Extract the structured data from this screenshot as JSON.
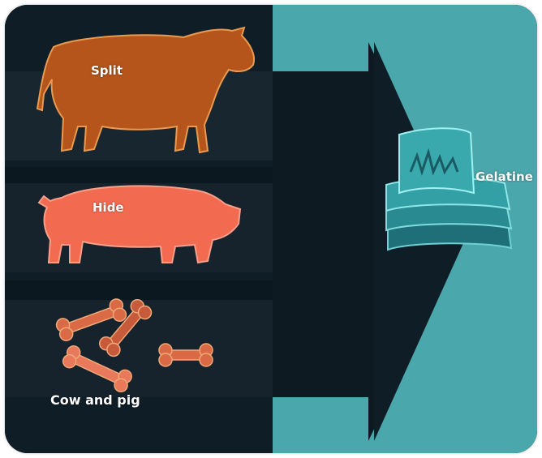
{
  "sources": {
    "cow": {
      "label": "Split",
      "icon": "cow-icon"
    },
    "pig": {
      "label": "Hide",
      "icon": "pig-icon"
    },
    "bones": {
      "label": "Cow and pig",
      "icon": "bones-icon"
    }
  },
  "product": {
    "label": "Gelatine",
    "icon": "gelatine-sheets-icon"
  },
  "colors": {
    "background_dark": "#0f1d26",
    "panel_teal": "#4aa7ab",
    "band": "#17262f",
    "cow": "#b5551b",
    "pig": "#f26a50",
    "bones": "#d96a45",
    "gelatine": "#2a8a92"
  }
}
